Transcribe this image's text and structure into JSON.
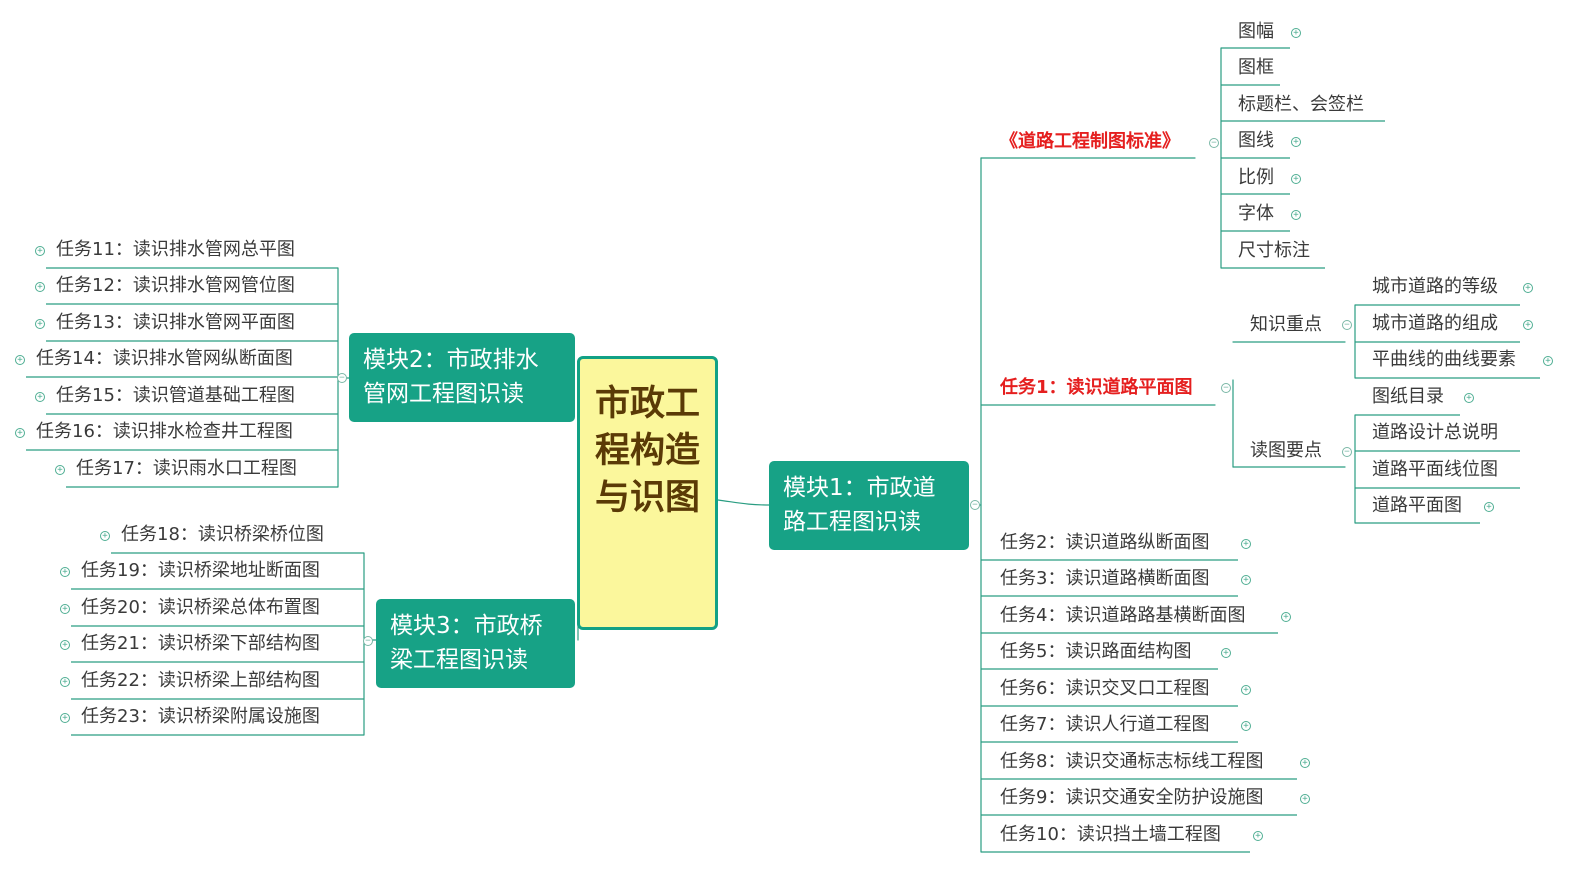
{
  "root": {
    "label": "市政工程构造与识图"
  },
  "module1": {
    "title": "模块1：市政道路工程图识读",
    "standard": {
      "title": "《道路工程制图标准》",
      "items": [
        "图幅",
        "图框",
        "标题栏、会签栏",
        "图线",
        "比例",
        "字体",
        "尺寸标注"
      ]
    },
    "task1": {
      "title": "任务1：读识道路平面图",
      "knowledge": {
        "title": "知识重点",
        "items": [
          "城市道路的等级",
          "城市道路的组成",
          "平曲线的曲线要素"
        ]
      },
      "reading": {
        "title": "读图要点",
        "items": [
          "图纸目录",
          "道路设计总说明",
          "道路平面线位图",
          "道路平面图"
        ]
      }
    },
    "tasks": [
      "任务2：读识道路纵断面图",
      "任务3：读识道路横断面图",
      "任务4：读识道路路基横断面图",
      "任务5：读识路面结构图",
      "任务6：读识交叉口工程图",
      "任务7：读识人行道工程图",
      "任务8：读识交通标志标线工程图",
      "任务9：读识交通安全防护设施图",
      "任务10：读识挡土墙工程图"
    ]
  },
  "module2": {
    "title": "模块2：市政排水管网工程图识读",
    "tasks": [
      "任务11：读识排水管网总平图",
      "任务12：读识排水管网管位图",
      "任务13：读识排水管网平面图",
      "任务14：读识排水管网纵断面图",
      "任务15：读识管道基础工程图",
      "任务16：读识排水检查井工程图",
      "任务17：读识雨水口工程图"
    ]
  },
  "module3": {
    "title": "模块3：市政桥梁工程图识读",
    "tasks": [
      "任务18：读识桥梁桥位图",
      "任务19：读识桥梁地址断面图",
      "任务20：读识桥梁总体布置图",
      "任务21：读识桥梁下部结构图",
      "任务22：读识桥梁上部结构图",
      "任务23：读识桥梁附属设施图"
    ]
  },
  "colors": {
    "branch": "#17a286",
    "root_fill": "#fbf79c",
    "root_text": "#5a3a06",
    "highlight": "#e51f1f",
    "line": "#2a9d82",
    "text": "#3a3a3a"
  },
  "icons": {
    "expand": "⊕",
    "collapse": "⊖"
  }
}
